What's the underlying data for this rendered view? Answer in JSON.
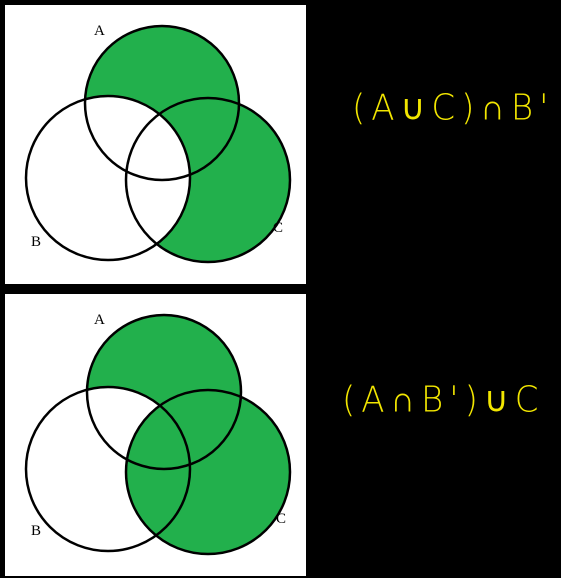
{
  "colors": {
    "shade": "#22b04c",
    "outline": "#000000",
    "background": "#000000",
    "formula": "#f2e600"
  },
  "diagrams": [
    {
      "labels": {
        "a": "A",
        "b": "B",
        "c": "C"
      },
      "expression": "(A∪C)∩B'"
    },
    {
      "labels": {
        "a": "A",
        "b": "B",
        "c": "C"
      },
      "expression": "(A∩B')∪C"
    }
  ]
}
